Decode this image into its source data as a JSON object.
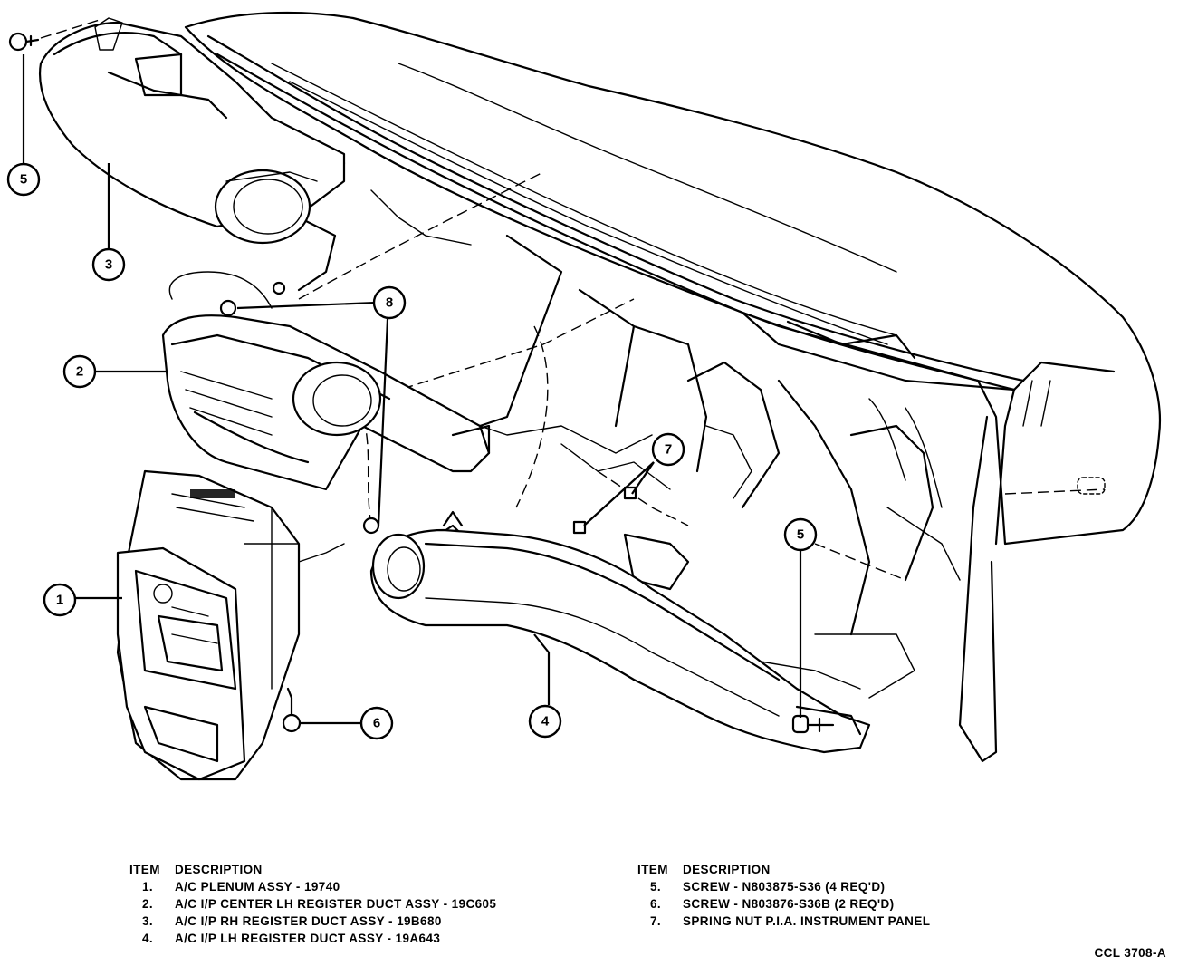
{
  "callouts": [
    "5",
    "3",
    "2",
    "8",
    "1",
    "6",
    "4",
    "7",
    "5"
  ],
  "legend_left": {
    "header_item": "ITEM",
    "header_desc": "DESCRIPTION",
    "rows": [
      {
        "num": "1.",
        "desc": "A/C PLENUM ASSY - 19740"
      },
      {
        "num": "2.",
        "desc": "A/C I/P CENTER LH REGISTER DUCT ASSY - 19C605"
      },
      {
        "num": "3.",
        "desc": "A/C I/P RH REGISTER DUCT ASSY - 19B680"
      },
      {
        "num": "4.",
        "desc": "A/C I/P LH REGISTER DUCT ASSY - 19A643"
      }
    ]
  },
  "legend_right": {
    "header_item": "ITEM",
    "header_desc": "DESCRIPTION",
    "rows": [
      {
        "num": "5.",
        "desc": "SCREW - N803875-S36 (4 REQ'D)"
      },
      {
        "num": "6.",
        "desc": "SCREW - N803876-S36B (2 REQ'D)"
      },
      {
        "num": "7.",
        "desc": "SPRING NUT P.I.A. INSTRUMENT PANEL"
      }
    ]
  },
  "figure_code": "CCL 3708-A"
}
